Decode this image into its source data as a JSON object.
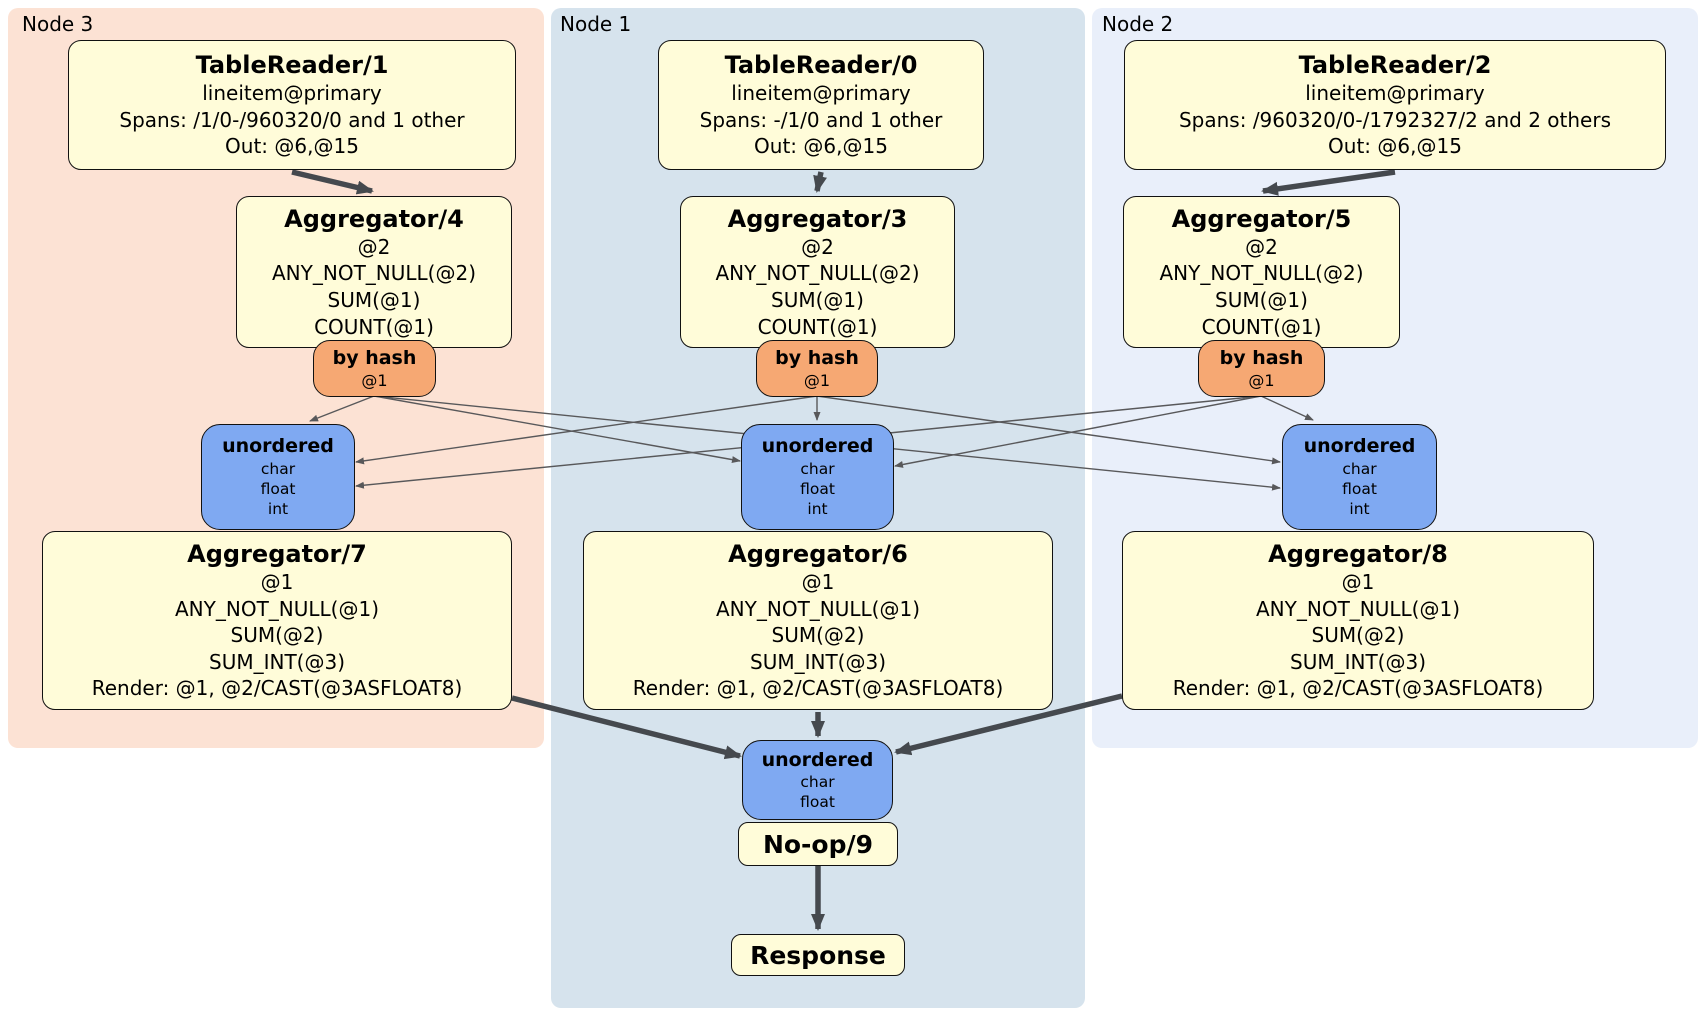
{
  "regions": {
    "node3": {
      "label": "Node 3"
    },
    "node1": {
      "label": "Node 1"
    },
    "node2": {
      "label": "Node 2"
    }
  },
  "boxes": {
    "tr1": {
      "title": "TableReader/1",
      "lines": [
        "lineitem@primary",
        "Spans: /1/0-/960320/0 and 1 other",
        "Out: @6,@15"
      ]
    },
    "tr0": {
      "title": "TableReader/0",
      "lines": [
        "lineitem@primary",
        "Spans: -/1/0 and 1 other",
        "Out: @6,@15"
      ]
    },
    "tr2": {
      "title": "TableReader/2",
      "lines": [
        "lineitem@primary",
        "Spans: /960320/0-/1792327/2 and 2 others",
        "Out: @6,@15"
      ]
    },
    "agg4": {
      "title": "Aggregator/4",
      "lines": [
        "@2",
        "ANY_NOT_NULL(@2)",
        "SUM(@1)",
        "COUNT(@1)"
      ]
    },
    "agg3": {
      "title": "Aggregator/3",
      "lines": [
        "@2",
        "ANY_NOT_NULL(@2)",
        "SUM(@1)",
        "COUNT(@1)"
      ]
    },
    "agg5": {
      "title": "Aggregator/5",
      "lines": [
        "@2",
        "ANY_NOT_NULL(@2)",
        "SUM(@1)",
        "COUNT(@1)"
      ]
    },
    "agg7": {
      "title": "Aggregator/7",
      "lines": [
        "@1",
        "ANY_NOT_NULL(@1)",
        "SUM(@2)",
        "SUM_INT(@3)",
        "Render: @1, @2/CAST(@3ASFLOAT8)"
      ]
    },
    "agg6": {
      "title": "Aggregator/6",
      "lines": [
        "@1",
        "ANY_NOT_NULL(@1)",
        "SUM(@2)",
        "SUM_INT(@3)",
        "Render: @1, @2/CAST(@3ASFLOAT8)"
      ]
    },
    "agg8": {
      "title": "Aggregator/8",
      "lines": [
        "@1",
        "ANY_NOT_NULL(@1)",
        "SUM(@2)",
        "SUM_INT(@3)",
        "Render: @1, @2/CAST(@3ASFLOAT8)"
      ]
    },
    "noop": {
      "title": "No-op/9"
    },
    "response": {
      "title": "Response"
    }
  },
  "routers": {
    "hashL": {
      "title": "by hash",
      "detail": "@1"
    },
    "hashC": {
      "title": "by hash",
      "detail": "@1"
    },
    "hashR": {
      "title": "by hash",
      "detail": "@1"
    }
  },
  "syncs": {
    "syncL": {
      "title": "unordered",
      "items": [
        "char",
        "float",
        "int"
      ]
    },
    "syncC": {
      "title": "unordered",
      "items": [
        "char",
        "float",
        "int"
      ]
    },
    "syncR": {
      "title": "unordered",
      "items": [
        "char",
        "float",
        "int"
      ]
    },
    "syncBottom": {
      "title": "unordered",
      "items": [
        "char",
        "float"
      ]
    }
  },
  "colors": {
    "node3-bg": "#fce2d4",
    "node1-bg": "#d6e3ed",
    "node2-bg": "#e9effa",
    "processor-bg": "#fffcd9",
    "router-bg": "#f6a873",
    "sync-bg": "#7fa9f2",
    "edge-thick": "#45494e",
    "edge-thin": "#58585a",
    "border": "#111111"
  }
}
